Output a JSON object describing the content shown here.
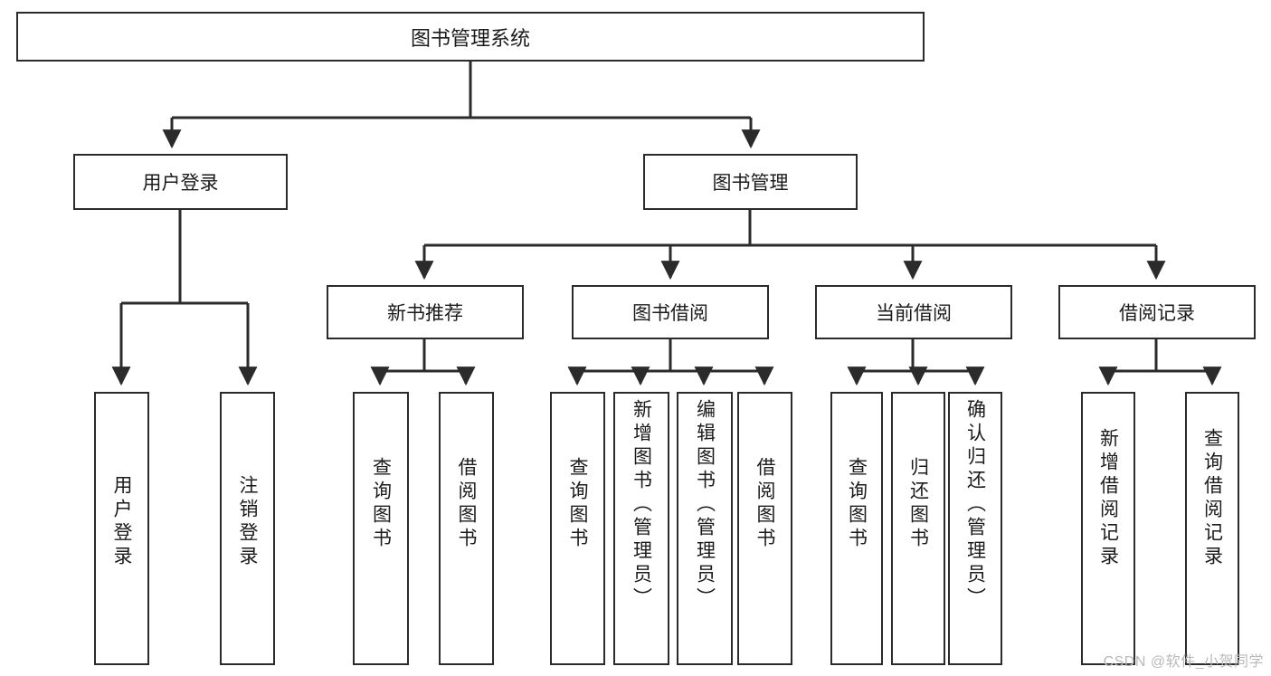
{
  "diagram": {
    "title": "图书管理系统",
    "type": "tree-hierarchy",
    "orientation": "top-down",
    "line_color": "#2b2b2b",
    "box_fill": "#ffffff",
    "root": {
      "label": "图书管理系统"
    },
    "level2": [
      {
        "label": "用户登录"
      },
      {
        "label": "图书管理"
      }
    ],
    "level3": [
      {
        "label": "新书推荐"
      },
      {
        "label": "图书借阅"
      },
      {
        "label": "当前借阅"
      },
      {
        "label": "借阅记录"
      }
    ],
    "leaves": [
      {
        "label": "用户登录",
        "parent": "用户登录"
      },
      {
        "label": "注销登录",
        "parent": "用户登录"
      },
      {
        "label": "查询图书",
        "parent": "新书推荐"
      },
      {
        "label": "借阅图书",
        "parent": "新书推荐"
      },
      {
        "label": "查询图书",
        "parent": "图书借阅"
      },
      {
        "label": "新增图书（管理员）",
        "parent": "图书借阅"
      },
      {
        "label": "编辑图书（管理员）",
        "parent": "图书借阅"
      },
      {
        "label": "借阅图书",
        "parent": "图书借阅"
      },
      {
        "label": "查询图书",
        "parent": "当前借阅"
      },
      {
        "label": "归还图书",
        "parent": "当前借阅"
      },
      {
        "label": "确认归还（管理员）",
        "parent": "当前借阅"
      },
      {
        "label": "新增借阅记录",
        "parent": "借阅记录"
      },
      {
        "label": "查询借阅记录",
        "parent": "借阅记录"
      }
    ]
  },
  "watermark": {
    "text": "CSDN @软件_小贺同学"
  }
}
